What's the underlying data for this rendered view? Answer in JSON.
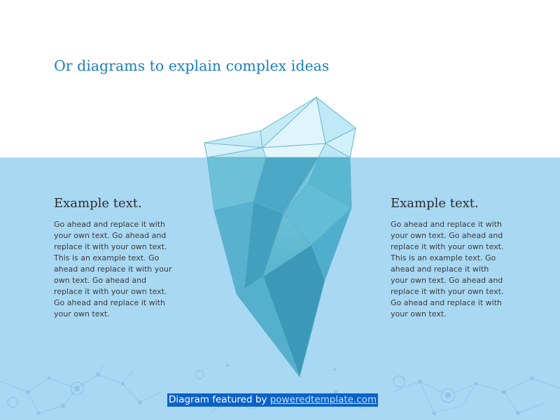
{
  "title": "Or diagrams to explain complex ideas",
  "left": {
    "heading": "Example text.",
    "body": "Go ahead and replace it with\nyour own text. Go ahead and\nreplace it with your own text.\nThis is an example text. Go\nahead and replace it with your\nown text. Go ahead and\nreplace it with your own text.\nGo ahead and replace it with\nyour own text."
  },
  "right": {
    "heading": "Example text.",
    "body": "Go ahead and replace it with\nyour own text. Go ahead and\nreplace it with your own text.\nThis is an example text. Go\nahead and replace it with\nyour own text. Go ahead and\nreplace it with your own text.\nGo ahead and replace it with\nyour own text."
  },
  "credit": {
    "prefix": "Diagram featured by",
    "link": "poweredtemplate.com"
  },
  "colors": {
    "title": "#1a7fc1",
    "water": "#a9d8f3",
    "iceberg_above": "#cdeff9",
    "iceberg_below": "#4fb3cf",
    "credit_bg": "#0a62c9"
  }
}
